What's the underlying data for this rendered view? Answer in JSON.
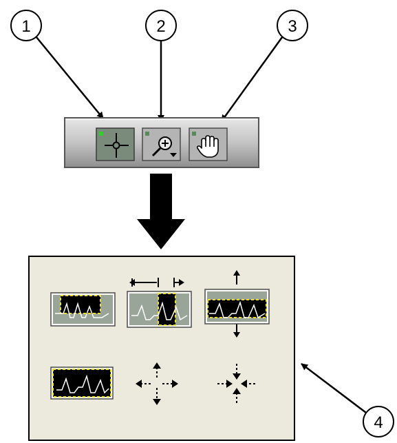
{
  "callouts": [
    {
      "number": "1",
      "target": "cursor-tool-button"
    },
    {
      "number": "2",
      "target": "zoom-tool-button"
    },
    {
      "number": "3",
      "target": "pan-tool-button"
    },
    {
      "number": "4",
      "target": "zoom-options-palette"
    }
  ],
  "toolbar": {
    "buttons": [
      {
        "name": "cursor-tool",
        "icon": "crosshair-icon",
        "active": true
      },
      {
        "name": "zoom-tool",
        "icon": "magnifier-zoom-icon",
        "active": false,
        "has_dropdown": true
      },
      {
        "name": "pan-tool",
        "icon": "hand-icon",
        "active": false
      }
    ]
  },
  "zoom_palette": {
    "options": [
      {
        "name": "zoom-rectangle",
        "icon": "zoom-rectangle-icon"
      },
      {
        "name": "zoom-x-rectangle",
        "icon": "zoom-x-rectangle-icon"
      },
      {
        "name": "zoom-y-rectangle",
        "icon": "zoom-y-rectangle-icon"
      },
      {
        "name": "zoom-to-fit",
        "icon": "zoom-to-fit-icon"
      },
      {
        "name": "zoom-in-about-point",
        "icon": "zoom-in-point-icon"
      },
      {
        "name": "zoom-out-about-point",
        "icon": "zoom-out-point-icon"
      }
    ]
  },
  "colors": {
    "toolbar_bg": "#c0c0c0",
    "palette_bg": "#ece9dd",
    "button_active": "#7a8a7a",
    "button_face": "#b0b0b0",
    "plot_bg": "#000000",
    "plot_frame": "#f0e020",
    "green_led": "#33cc33"
  }
}
